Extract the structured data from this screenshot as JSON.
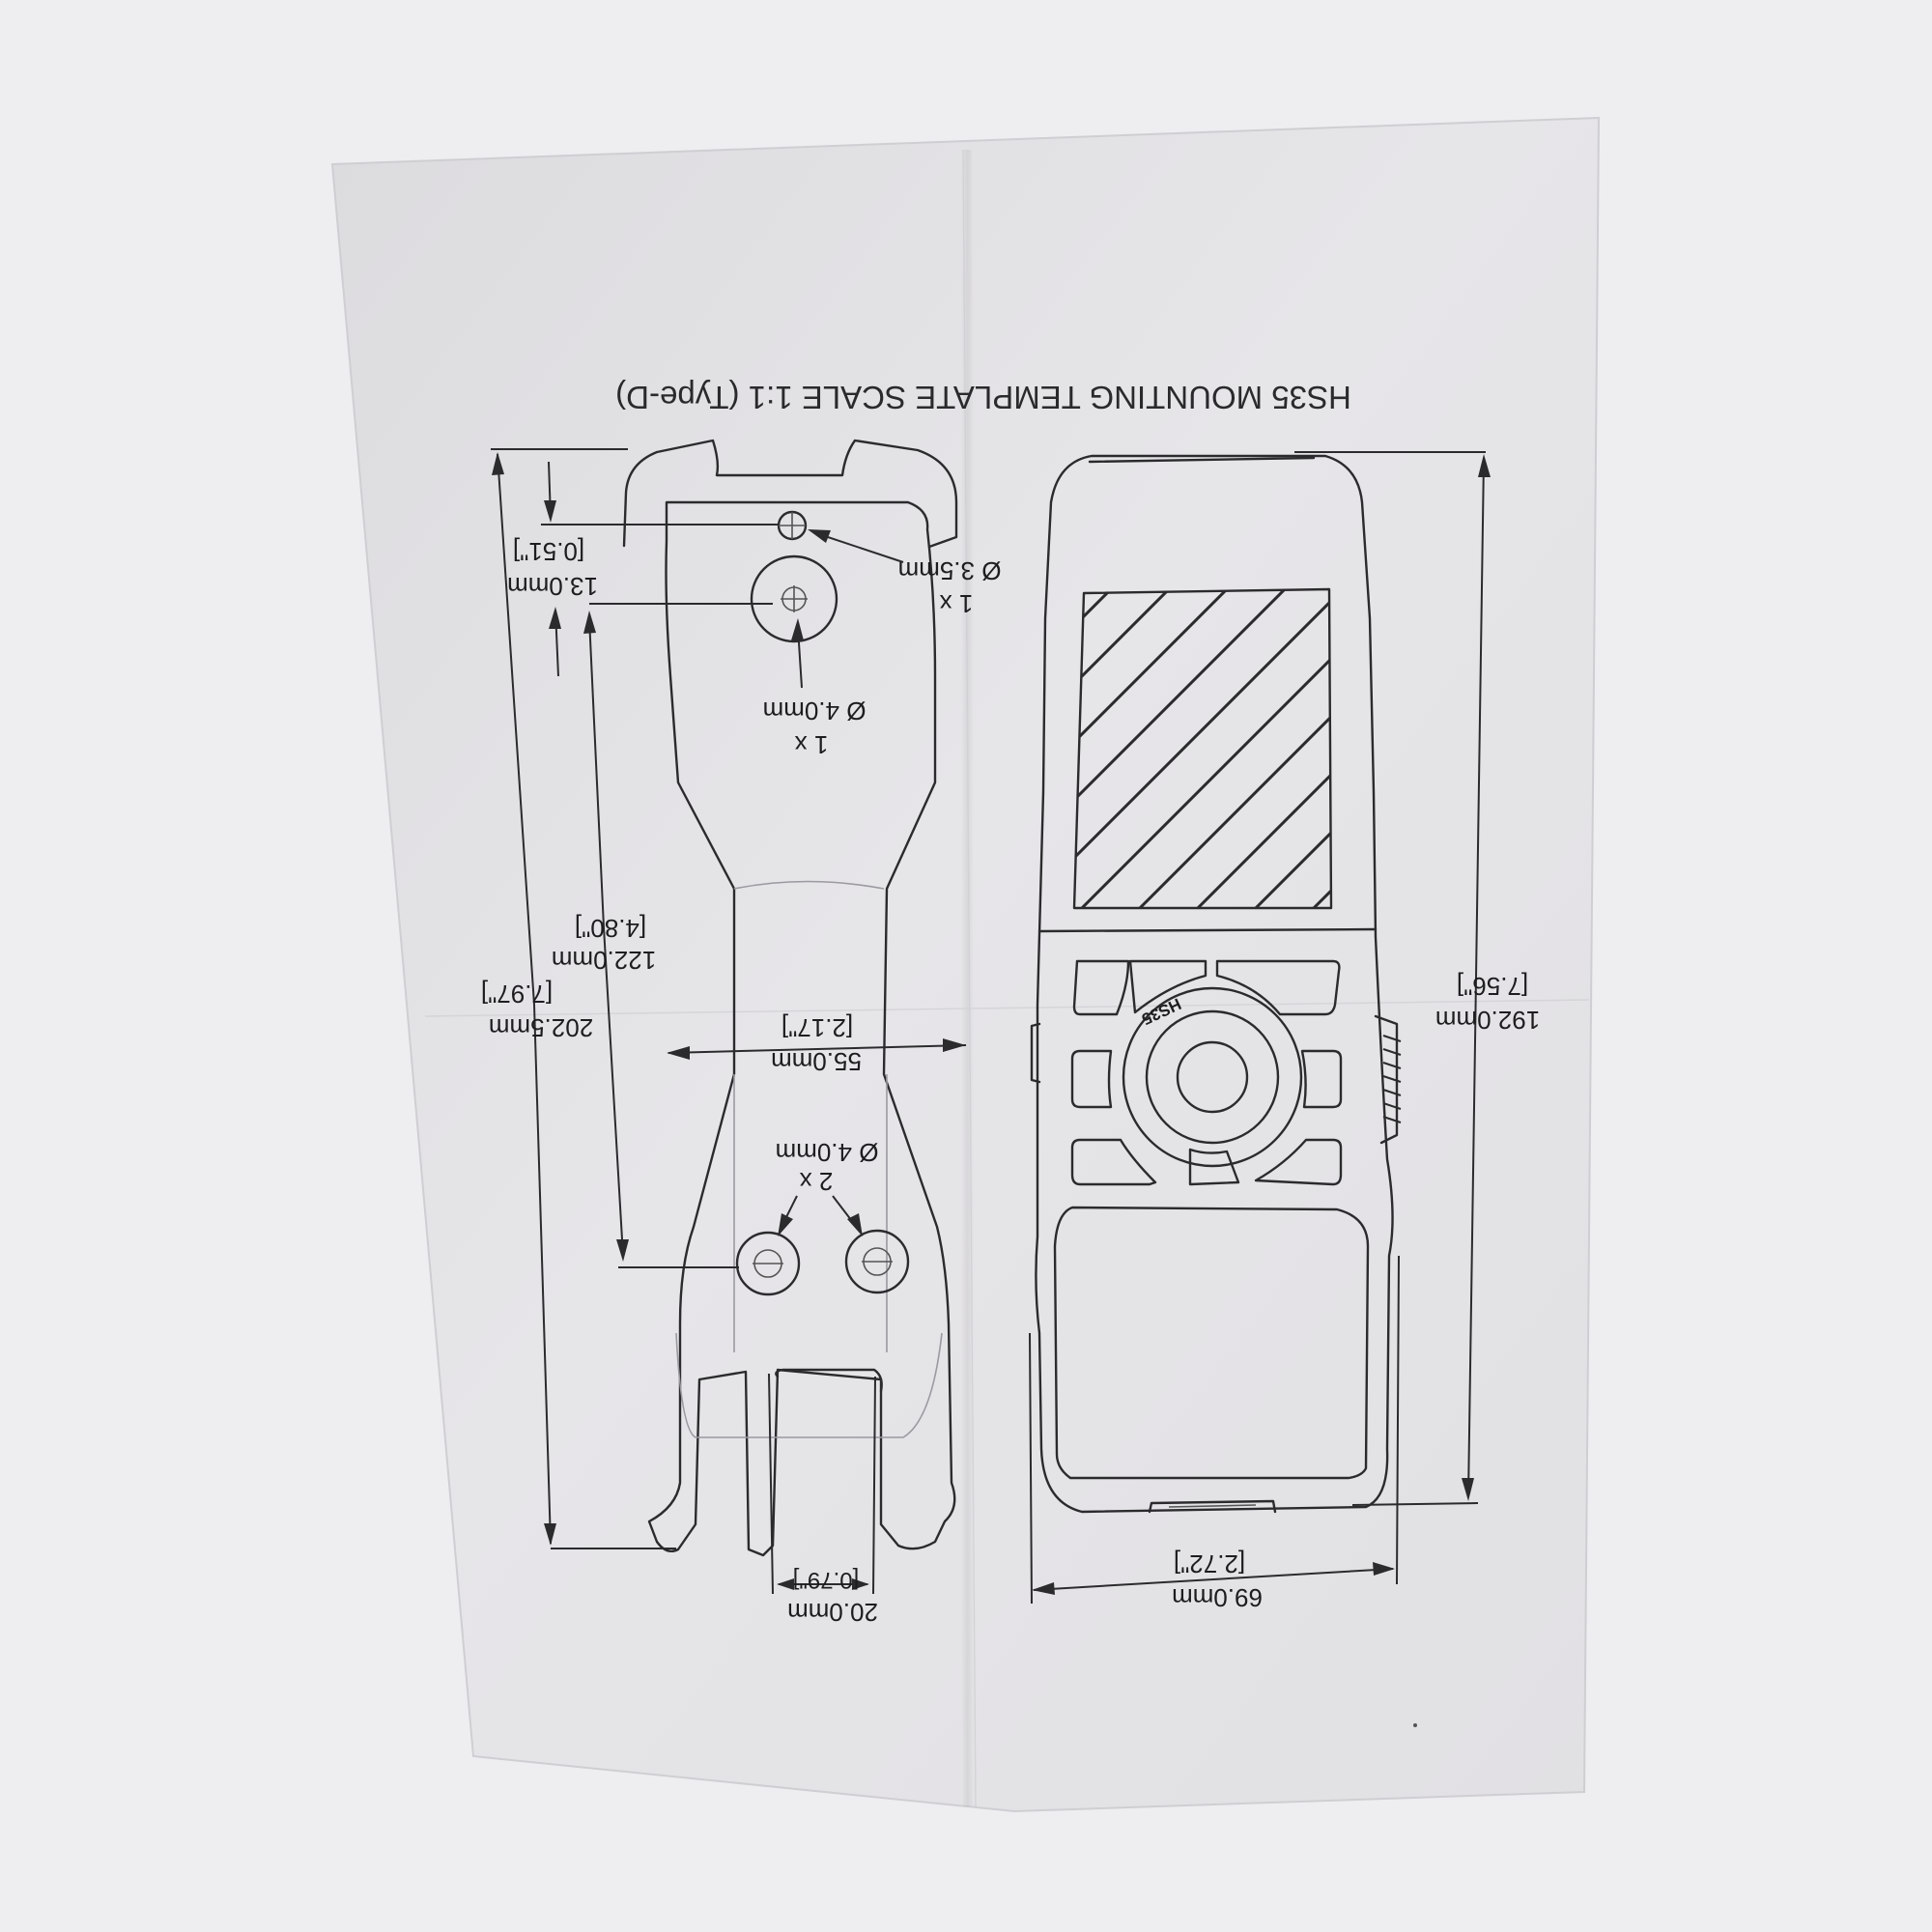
{
  "template": {
    "title": "HS35 MOUNTING TEMPLATE SCALE 1:1 (Type-D)",
    "brand_label": "HS35"
  },
  "dimensions": {
    "overall_length": {
      "mm": "202.5mm",
      "in": "[7.97\"]"
    },
    "hole_spacing_long": {
      "mm": "122.0mm",
      "in": "[4.80\"]"
    },
    "top_offset": {
      "mm": "13.0mm",
      "in": "[0.51\"]"
    },
    "mount_width": {
      "mm": "55.0mm",
      "in": "[2.17\"]"
    },
    "slot_width": {
      "mm": "20.0mm",
      "in": "[0.79\"]"
    },
    "device_length": {
      "mm": "192.0mm",
      "in": "[7.56\"]"
    },
    "device_width": {
      "mm": "69.0mm",
      "in": "[2.72\"]"
    }
  },
  "holes": {
    "small_top": {
      "count": "1 x",
      "size": "Ø 3.5mm"
    },
    "center_top": {
      "count": "1 x",
      "size": "Ø 4.0mm"
    },
    "bottom_pair": {
      "count": "2 x",
      "size": "Ø 4.0mm"
    }
  },
  "colors": {
    "background": "#eeedf0",
    "paper": "#e4e3e6",
    "ink": "#2b2b2d"
  }
}
